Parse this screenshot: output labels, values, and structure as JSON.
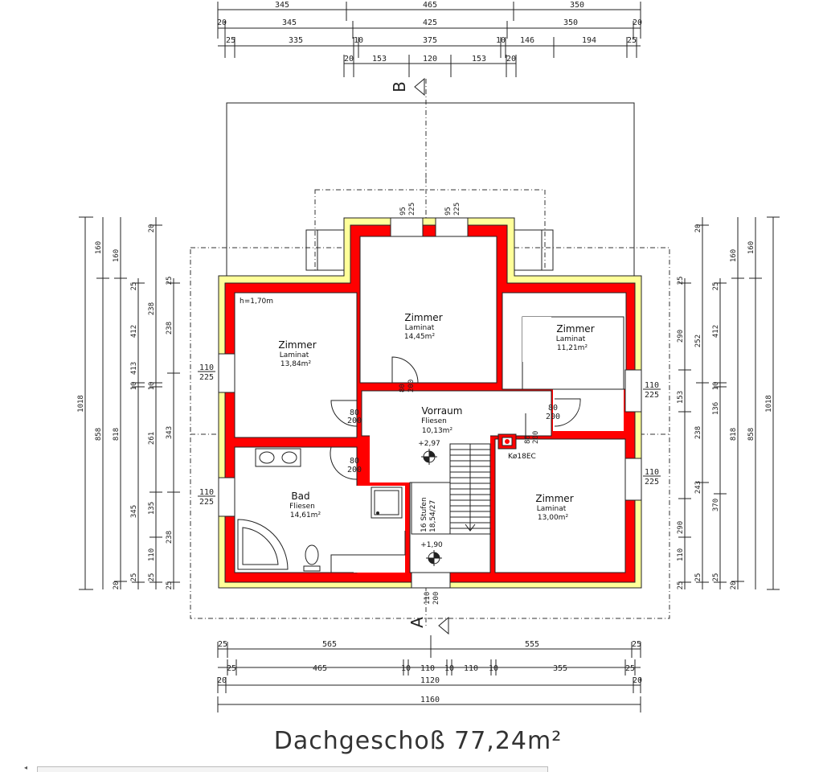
{
  "title": "Dachgeschoß 77,24m²",
  "section_markers": {
    "top": "B",
    "bottom": "A"
  },
  "top_dimensions": {
    "row1": [
      "345",
      "465",
      "350"
    ],
    "row2": [
      "20",
      "345",
      "425",
      "350",
      "20"
    ],
    "row3": [
      "25",
      "335",
      "10",
      "375",
      "10",
      "146",
      "194",
      "25"
    ],
    "row4": [
      "20",
      "153",
      "120",
      "153",
      "20"
    ]
  },
  "bottom_dimensions": {
    "row1": [
      "25",
      "565",
      "555",
      "25"
    ],
    "row2": [
      "25",
      "465",
      "10",
      "110",
      "10",
      "110",
      "10",
      "355",
      "25"
    ],
    "row3": [
      "20",
      "1120",
      "20"
    ],
    "row4": [
      "1160"
    ]
  },
  "left_dimensions": {
    "outer": [
      "1018"
    ],
    "col2": [
      "160",
      "858"
    ],
    "col3": [
      "160",
      "818",
      "20"
    ],
    "col4": [
      "25",
      "412",
      "413",
      "10",
      "345",
      "25"
    ],
    "col5": [
      "20",
      "238",
      "10",
      "261",
      "135",
      "110",
      "25"
    ],
    "col6": [
      "25",
      "238",
      "343",
      "238",
      "25"
    ]
  },
  "right_dimensions": {
    "outer": [
      "1018"
    ],
    "col2": [
      "160",
      "858"
    ],
    "col3": [
      "160",
      "818",
      "20"
    ],
    "col4": [
      "25",
      "412",
      "10",
      "136",
      "370",
      "25"
    ],
    "col5": [
      "20",
      "252",
      "238",
      "243",
      "25"
    ],
    "col6": [
      "25",
      "290",
      "153",
      "290",
      "110",
      "25"
    ]
  },
  "rooms": [
    {
      "name": "Zimmer",
      "floor": "Laminat",
      "area": "13,84m²"
    },
    {
      "name": "Zimmer",
      "floor": "Laminat",
      "area": "14,45m²"
    },
    {
      "name": "Zimmer",
      "floor": "Laminat",
      "area": "11,21m²"
    },
    {
      "name": "Vorraum",
      "floor": "Fliesen",
      "area": "10,13m²"
    },
    {
      "name": "Bad",
      "floor": "Fliesen",
      "area": "14,61m²"
    },
    {
      "name": "Zimmer",
      "floor": "Laminat",
      "area": "13,00m²"
    }
  ],
  "annotations": {
    "ceiling_height": "h=1,70m",
    "level_upper": "+2,97",
    "level_lower": "+1,90",
    "chimney": "Kø18EC",
    "stairs": [
      "16 Stufen",
      "18,54/27"
    ]
  },
  "openings": {
    "window_110_225": [
      "110",
      "225"
    ],
    "window_95_225": [
      "95",
      "225"
    ],
    "door_80_200": [
      "80",
      "200"
    ],
    "door_110_200": [
      "110",
      "200"
    ]
  },
  "colors": {
    "wall_red": "#ff0000",
    "insulation_yellow": "#ffff99",
    "line": "#222222"
  }
}
